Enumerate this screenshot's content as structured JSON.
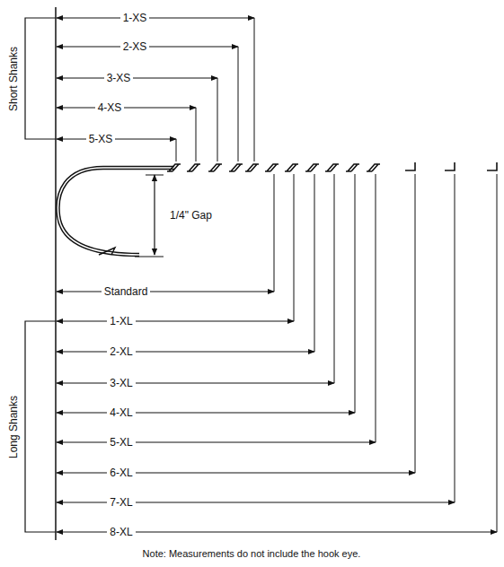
{
  "diagram": {
    "labels": [
      "1-XS",
      "2-XS",
      "3-XS",
      "4-XS",
      "5-XS",
      "Short Shanks",
      "1/4\" Gap",
      "Standard",
      "1-XL",
      "2-XL",
      "3-XL",
      "4-XL",
      "5-XL",
      "6-XL",
      "7-XL",
      "8-XL",
      "Long Shanks",
      "Note: Measurements do not include the hook eye."
    ]
  }
}
